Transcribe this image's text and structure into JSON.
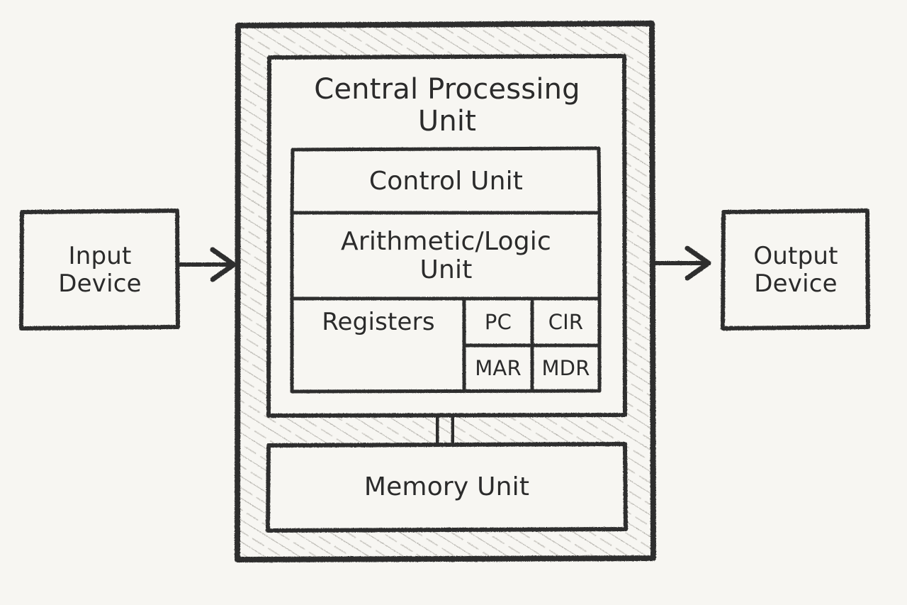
{
  "diagram": {
    "title": "Von Neumann computer architecture sketch",
    "style": "hand-drawn pencil sketch on off-white paper",
    "colors": {
      "paper": "#f7f6f2",
      "ink": "#2b2b2b",
      "hatch": "#b8b6b0",
      "box_fill": "#f7f6f2"
    },
    "nodes": {
      "input_device": {
        "label": "Input\nDevice"
      },
      "output_device": {
        "label": "Output\nDevice"
      },
      "cpu_casing": {
        "label": "",
        "fill": "hatched"
      },
      "cpu": {
        "label": "Central Processing\nUnit"
      },
      "control_unit": {
        "label": "Control Unit"
      },
      "alu": {
        "label": "Arithmetic/Logic\nUnit"
      },
      "registers": {
        "label": "Registers"
      },
      "register_pc": {
        "label": "PC"
      },
      "register_cir": {
        "label": "CIR"
      },
      "register_mar": {
        "label": "MAR"
      },
      "register_mdr": {
        "label": "MDR"
      },
      "memory_unit": {
        "label": "Memory Unit"
      }
    },
    "connectors": {
      "input_to_cpu": {
        "name": "arrow-right",
        "from": "input_device",
        "to": "cpu_casing",
        "arrowhead": "right"
      },
      "cpu_to_output": {
        "name": "arrow-right",
        "from": "cpu_casing",
        "to": "output_device",
        "arrowhead": "right"
      },
      "cpu_to_memory": {
        "name": "bus-double-line",
        "from": "cpu",
        "to": "memory_unit",
        "arrowhead": "none"
      }
    }
  }
}
